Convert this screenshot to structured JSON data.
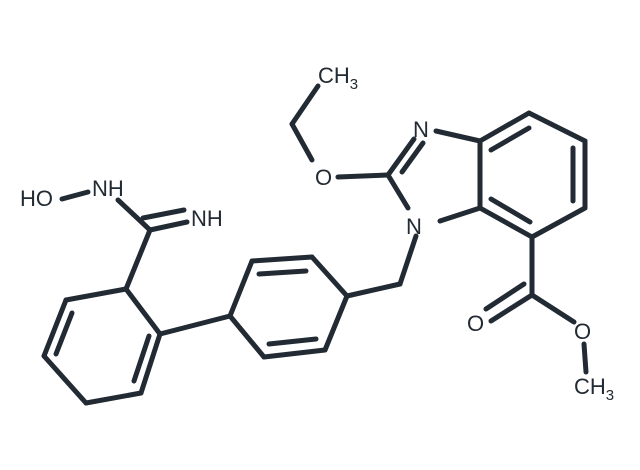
{
  "molecule": {
    "atoms": {
      "ch3_top": "CH3",
      "o_ethoxy": "O",
      "n_ring_top": "N",
      "n_ring_bottom": "N",
      "hydroxy": "HO",
      "nh_amide": "NH",
      "nh_imine": "NH",
      "o_carbonyl": "O",
      "o_ester": "O",
      "ch3_bottom": "CH3"
    }
  },
  "colors": {
    "ink": "#222a33",
    "background": "#ffffff"
  }
}
